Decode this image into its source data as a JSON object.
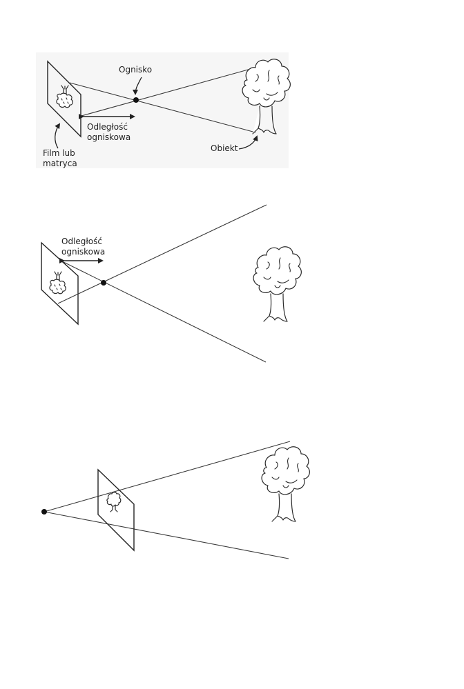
{
  "diagrams": {
    "panel1": {
      "focal_point_label": "Ognisko",
      "focal_length_label_line1": "Odległość",
      "focal_length_label_line2": "ogniskowa",
      "film_label_line1": "Film lub",
      "film_label_line2": "matryca",
      "object_label": "Obiekt",
      "background": "#f6f6f6"
    },
    "panel2": {
      "focal_length_label_line1": "Odległość",
      "focal_length_label_line2": "ogniskowa"
    },
    "panel3": {}
  },
  "colors": {
    "ink": "#222222",
    "page": "#ffffff"
  }
}
